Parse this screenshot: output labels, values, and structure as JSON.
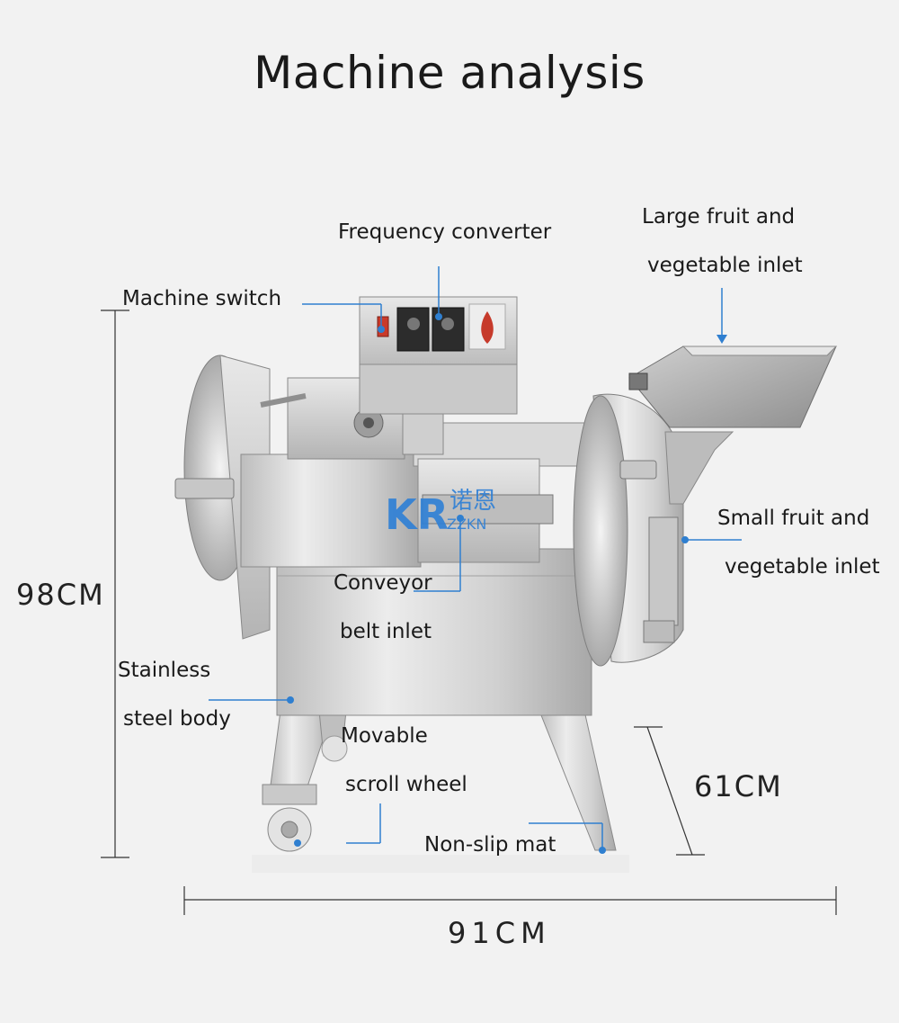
{
  "title": "Machine analysis",
  "labels": {
    "frequency_converter": "Frequency converter",
    "large_inlet_line1": "Large fruit and",
    "large_inlet_line2": "vegetable inlet",
    "machine_switch": "Machine switch",
    "small_inlet_line1": "Small fruit and",
    "small_inlet_line2": "vegetable inlet",
    "conveyor_line1": "Conveyor",
    "conveyor_line2": "belt inlet",
    "stainless_line1": "Stainless",
    "stainless_line2": "steel body",
    "movable_line1": "Movable",
    "movable_line2": "scroll wheel",
    "non_slip_mat": "Non-slip mat"
  },
  "dimensions": {
    "height": "98CM",
    "depth": "61CM",
    "width": "91CM"
  },
  "logo": {
    "mark": "KR",
    "text": "ZZKN",
    "cn": "诺恩"
  },
  "colors": {
    "leader_line": "#2f7fd0",
    "dimension_line": "#333333",
    "steel_light": "#d8d8d8",
    "steel_dark": "#9a9a9a",
    "logo_blue": "#2d7fd6"
  }
}
